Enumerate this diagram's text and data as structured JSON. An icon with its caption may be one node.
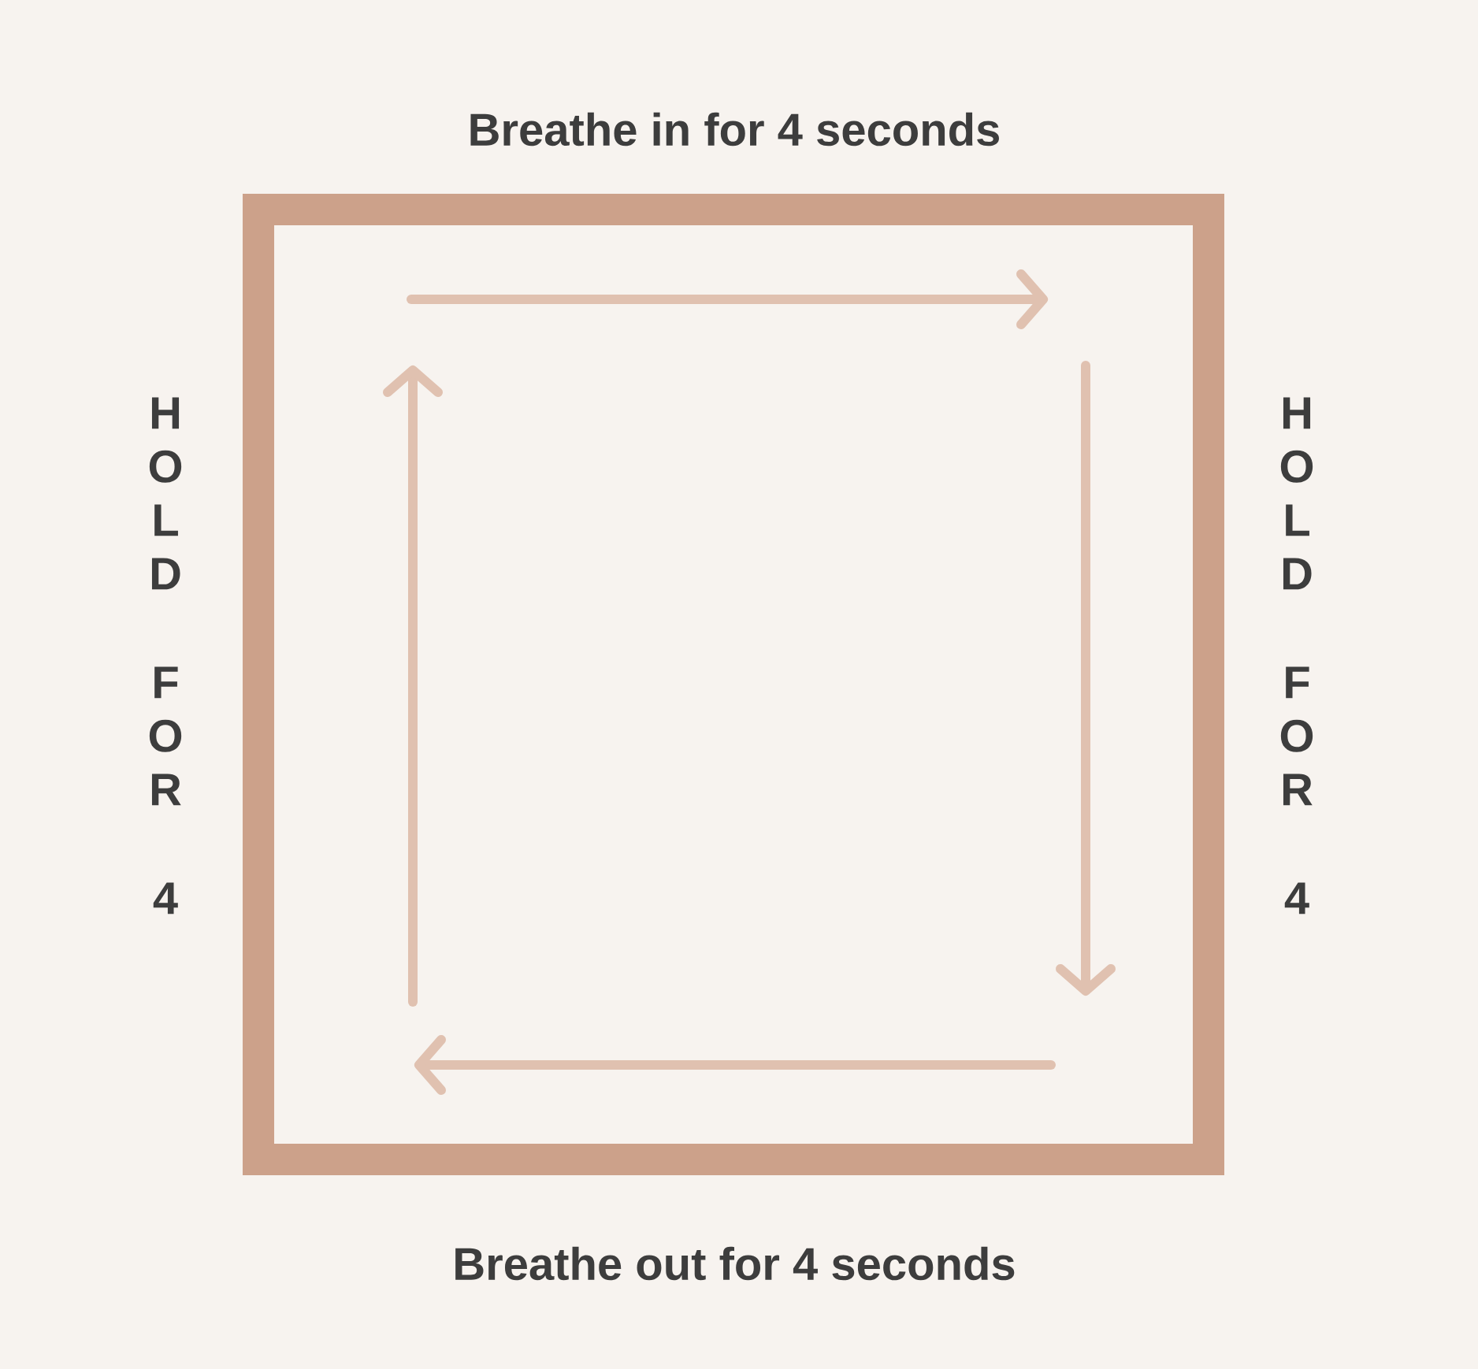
{
  "diagram": {
    "labels": [
      "Breathe in for 4 seconds",
      "HOLD FOR 4",
      "HOLD FOR 4",
      "Breathe out for 4 seconds"
    ]
  }
}
